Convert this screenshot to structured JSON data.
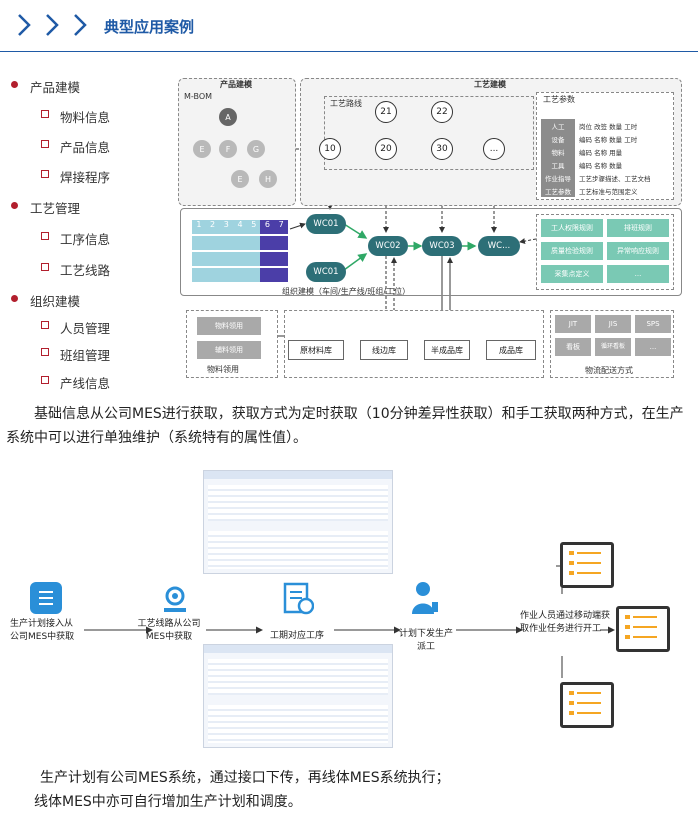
{
  "header": {
    "title": "典型应用案例"
  },
  "tree": {
    "sections": [
      {
        "label": "产品建模",
        "items": [
          "物料信息",
          "产品信息",
          "焊接程序"
        ]
      },
      {
        "label": "工艺管理",
        "items": [
          "工序信息",
          "工艺线路"
        ]
      },
      {
        "label": "组织建模",
        "items": [
          "人员管理",
          "班组管理",
          "产线信息"
        ]
      }
    ]
  },
  "diagram1": {
    "product_model": "产品建模",
    "bom": "M-BOM",
    "bom_nodes": [
      "A",
      "E",
      "F",
      "G",
      "E",
      "H"
    ],
    "process_model": "工艺建模",
    "route": "工艺路线",
    "route_nodes": [
      "10",
      "20",
      "30",
      "...",
      "21",
      "22"
    ],
    "param_title": "工艺参数",
    "params": [
      {
        "k": "人工",
        "v": "岗位  改签  数量  工时"
      },
      {
        "k": "设备",
        "v": "编码  名称  数量  工时"
      },
      {
        "k": "物料",
        "v": "编码  名称  用量"
      },
      {
        "k": "工具",
        "v": "编码  名称  数量"
      },
      {
        "k": "作业指导",
        "v": "工艺步骤描述、工艺文档"
      },
      {
        "k": "工艺参数",
        "v": "工艺标准与范围定义"
      }
    ],
    "grid_numbers": [
      "1",
      "2",
      "3",
      "4",
      "5",
      "6",
      "7"
    ],
    "work_centers": [
      "WC01",
      "WC01",
      "WC02",
      "WC03",
      "WC..."
    ],
    "org_model": "组织建模（车间/生产线/班组/工位）",
    "rules": [
      "工人权限规则",
      "排班规则",
      "质量检验规则",
      "异常响应规则",
      "采集点定义",
      "..."
    ],
    "material_apps": [
      "物料领用",
      "辅料领用"
    ],
    "material_title": "物料领用",
    "stores": [
      "原材料库",
      "线边库",
      "半成品库",
      "成品库"
    ],
    "logistics": [
      "JIT",
      "JIS",
      "SPS",
      "看板",
      "循环看板",
      "..."
    ],
    "logistics_title": "物流配送方式"
  },
  "paragraph1": "基础信息从公司MES进行获取，获取方式为定时获取（10分钟差异性获取）和手工获取两种方式，在生产系统中可以进行单独维护（系统特有的属性值）。",
  "diagram2": {
    "step1": "生产计划接入从公司MES中获取",
    "step2": "工艺线路从公司MES中获取",
    "step3": "工期对应工序",
    "step4": "计划下发生产派工",
    "step5": "作业人员通过移动端获取作业任务进行开工"
  },
  "paragraph2_line1": "生产计划有公司MES系统，通过接口下传，再线体MES系统执行；",
  "paragraph2_line2": "线体MES中亦可自行增加生产计划和调度。",
  "colors": {
    "accent": "#1f5aa6",
    "bullet": "#b21f2d",
    "wc": "#2d6f77",
    "rule": "#7ac9b4"
  }
}
